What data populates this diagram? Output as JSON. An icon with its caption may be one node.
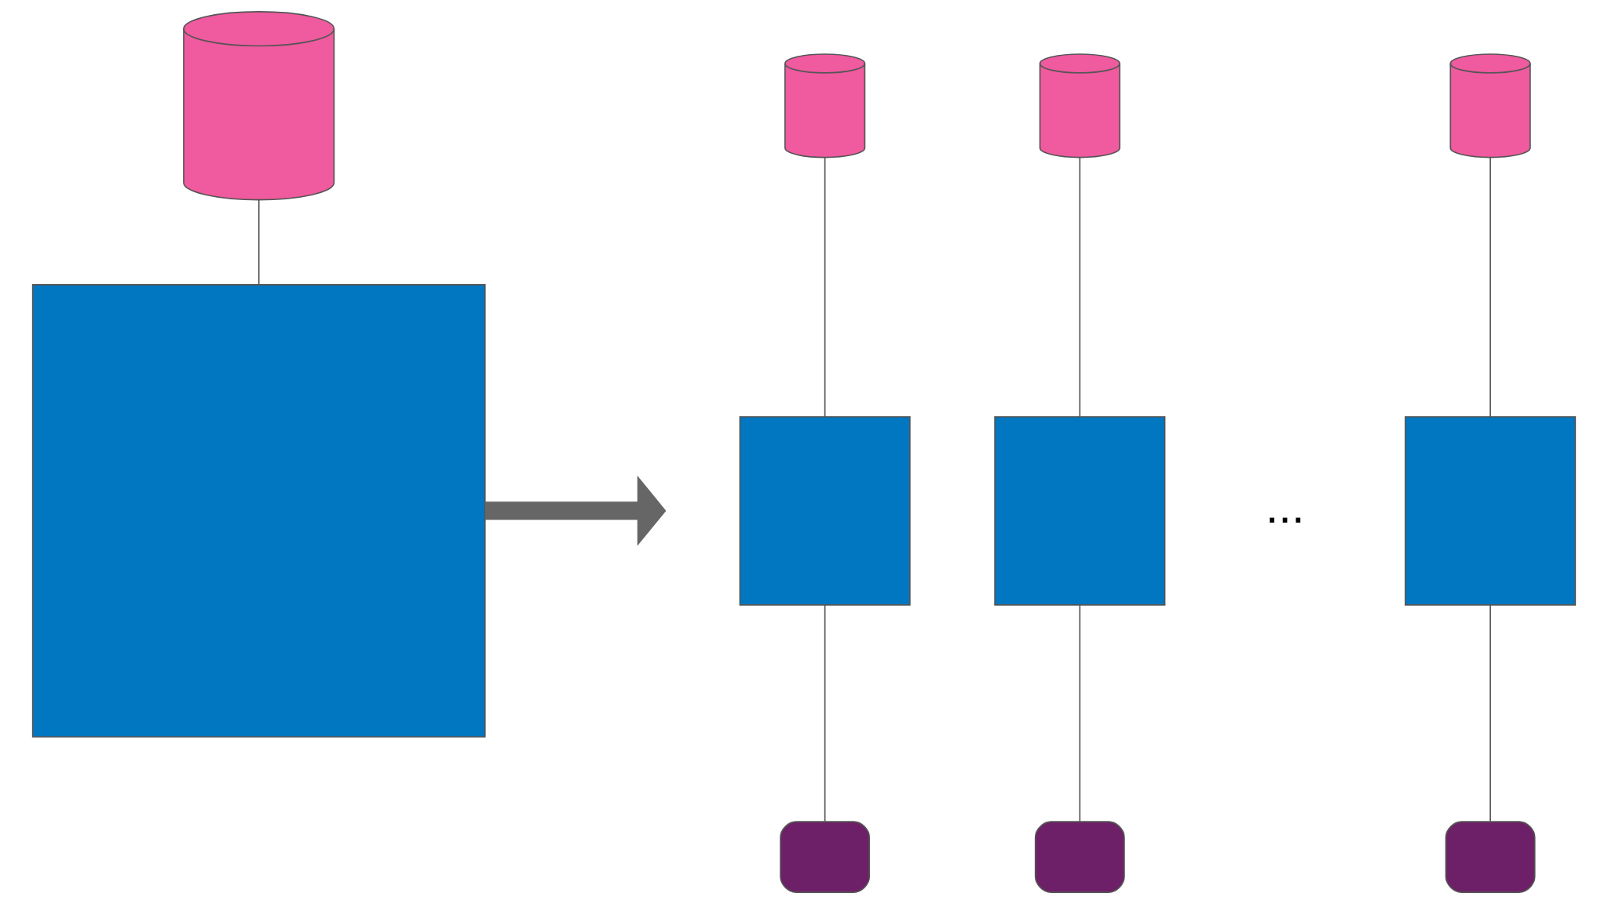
{
  "diagram": {
    "nodes": [
      {
        "text": [],
        "shape": "cylinder"
      },
      {
        "text": [],
        "shape": "box"
      },
      {
        "text": [],
        "shape": "cylinder"
      },
      {
        "text": [],
        "shape": "box"
      },
      {
        "text": [],
        "shape": "box"
      },
      {
        "text": [],
        "shape": "cylinder"
      },
      {
        "text": [],
        "shape": "box"
      },
      {
        "text": [],
        "shape": "box"
      },
      {
        "text": [],
        "shape": "cylinder"
      },
      {
        "text": [],
        "shape": "box"
      },
      {
        "text": [],
        "shape": "box"
      }
    ],
    "edges": [
      {
        "from": 0,
        "to": 1,
        "arrow": "none"
      },
      {
        "from": 1,
        "to": null,
        "arrow": "to",
        "style": "thick",
        "color": "#666666"
      },
      {
        "from": 2,
        "to": 3,
        "arrow": "none"
      },
      {
        "from": 3,
        "to": 4,
        "arrow": "none"
      },
      {
        "from": 5,
        "to": 6,
        "arrow": "none"
      },
      {
        "from": 6,
        "to": 7,
        "arrow": "none"
      },
      {
        "from": 8,
        "to": 9,
        "arrow": "none"
      },
      {
        "from": 9,
        "to": 10,
        "arrow": "none"
      }
    ],
    "labels": [
      "..."
    ]
  }
}
